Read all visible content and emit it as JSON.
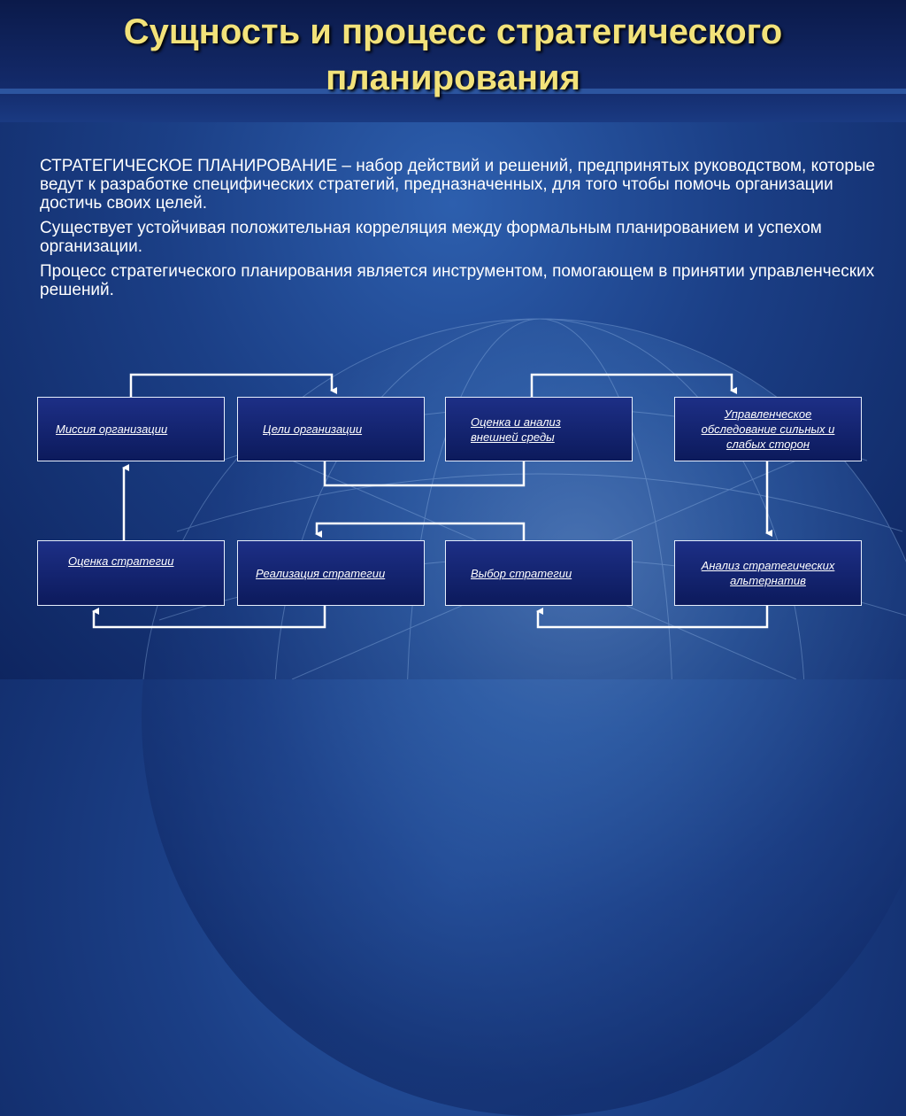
{
  "title": "Сущность и процесс стратегического планирования",
  "paragraphs": [
    "СТРАТЕГИЧЕСКОЕ ПЛАНИРОВАНИЕ – набор действий и решений, предпринятых руководством, которые ведут к разработке специфических стратегий, предназначенных, для того чтобы помочь организации достичь своих целей.",
    "Существует устойчивая положительная корреляция между формальным планированием и успехом организации.",
    "Процесс стратегического планирования является инструментом, помогающем в принятии управленческих решений."
  ],
  "boxes": {
    "mission": "Миссия организации",
    "goals": "Цели организации",
    "external": "Оценка и анализ внешней среды",
    "swot": "Управленческое обследование сильных и слабых сторон",
    "alternatives": "Анализ стратегических альтернатив",
    "choice": "Выбор стратегии",
    "implementation": "Реализация стратегии",
    "evaluation": "Оценка стратегии"
  },
  "colors": {
    "title": "#f2e27a",
    "box_border": "#e6eefc",
    "arrow": "#ffffff"
  }
}
